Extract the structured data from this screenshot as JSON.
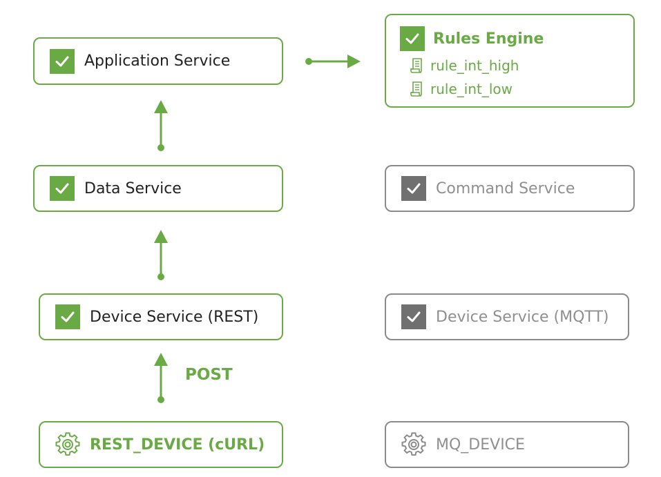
{
  "colors": {
    "accent_green": "#6aaa45",
    "inactive_gray": "#8a8a8a",
    "inactive_text": "#8f8f8f"
  },
  "application_service": {
    "label": "Application Service",
    "status": "checked",
    "icon": "check-icon"
  },
  "rules_engine": {
    "title": "Rules Engine",
    "status": "checked",
    "icon": "check-icon",
    "rules": [
      {
        "name": "rule_int_high",
        "icon": "rule-scroll-icon"
      },
      {
        "name": "rule_int_low",
        "icon": "rule-scroll-icon"
      }
    ]
  },
  "data_service": {
    "label": "Data Service",
    "status": "checked",
    "icon": "check-icon"
  },
  "command_service": {
    "label": "Command Service",
    "status": "inactive-checked",
    "icon": "check-icon"
  },
  "device_service_rest": {
    "label": "Device Service (REST)",
    "status": "checked",
    "icon": "check-icon"
  },
  "device_service_mqtt": {
    "label": "Device Service (MQTT)",
    "status": "inactive-checked",
    "icon": "check-icon"
  },
  "rest_device": {
    "label": "REST_DEVICE (cURL)",
    "icon": "gear-icon"
  },
  "mq_device": {
    "label": "MQ_DEVICE",
    "icon": "gear-icon"
  },
  "post_label": "POST"
}
